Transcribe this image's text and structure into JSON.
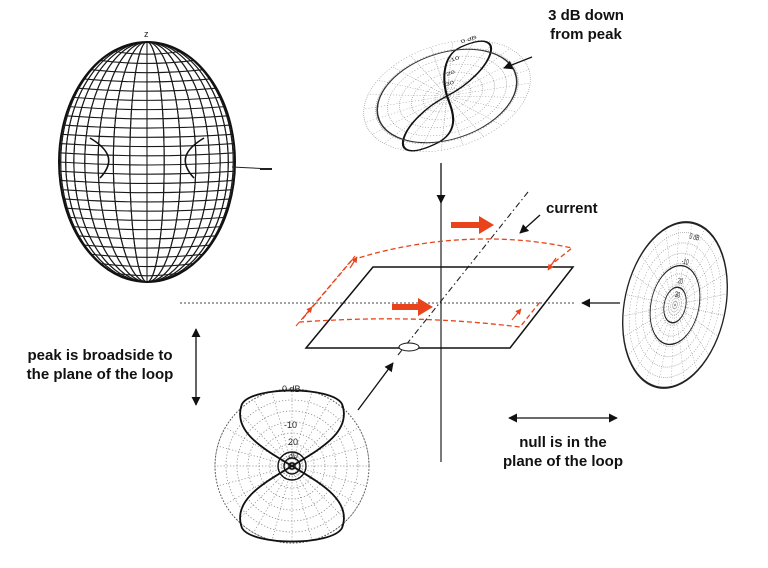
{
  "labels": {
    "db_down_line1": "3 dB down",
    "db_down_line2": "from peak",
    "current": "current",
    "peak_line1": "peak is broadside to",
    "peak_line2": "the plane of the loop",
    "null_line1": "null is in the",
    "null_line2": "plane of the loop"
  },
  "pattern_3d": {
    "axis_label": "z"
  },
  "pattern_top": {
    "ring_labels": [
      "0 dB",
      "-10",
      "20",
      "30"
    ]
  },
  "pattern_right": {
    "ring_labels": [
      "0 dB",
      "-10",
      "20",
      "30"
    ]
  },
  "pattern_bottom": {
    "ring_labels": [
      "0 dB",
      "-10",
      "20",
      "30"
    ]
  },
  "colors": {
    "current_arrows": "#e8431a",
    "lines": "#222222",
    "grid": "#888888"
  }
}
